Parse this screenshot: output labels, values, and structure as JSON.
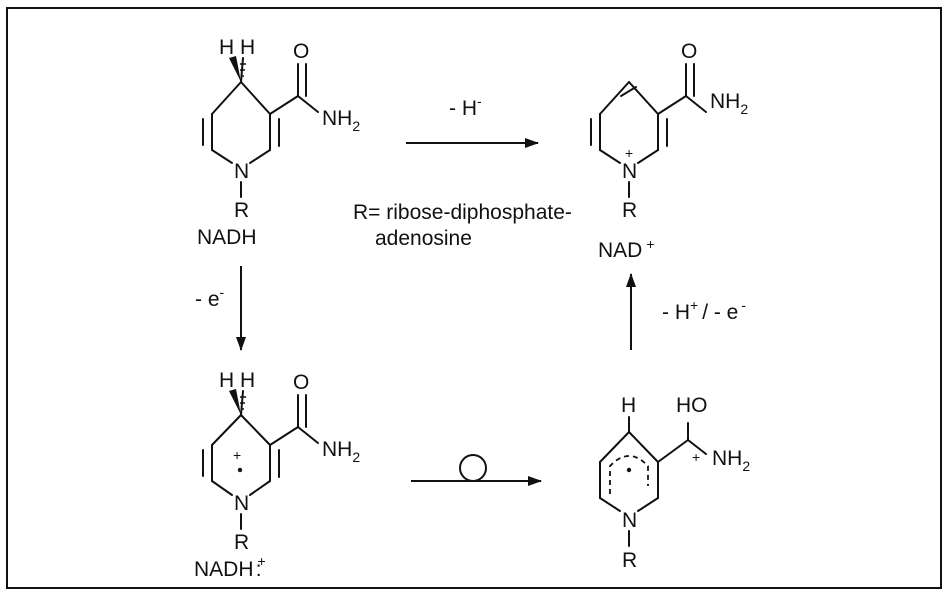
{
  "labels": {
    "amide": "NH",
    "amide_sub": "2",
    "carbonyl_o": "O",
    "nitrogen": "N",
    "r_group": "R",
    "hydrogen": "H",
    "hydroxyl": "HO",
    "plus": "+",
    "dot": "·"
  },
  "compounds": {
    "nadh": "NADH",
    "nad_plus": "NAD",
    "nad_plus_charge": "+",
    "nadh_radical_cation": "NADH",
    "nadh_radical_cation_charge": "+",
    "nadh_radical_cation_dot": ":"
  },
  "r_definition": {
    "line1": "R= ribose-diphosphate-",
    "line2": "adenosine"
  },
  "steps": {
    "hydride_loss": {
      "text": "- H",
      "sup": "-"
    },
    "electron_loss": {
      "text": "- e",
      "sup": "-"
    },
    "proton_electron_loss": {
      "text1": "- H",
      "sup1": "+",
      "text2": "/ - e",
      "sup2": "-"
    },
    "rearrangement": {
      "circle_label": ""
    }
  }
}
